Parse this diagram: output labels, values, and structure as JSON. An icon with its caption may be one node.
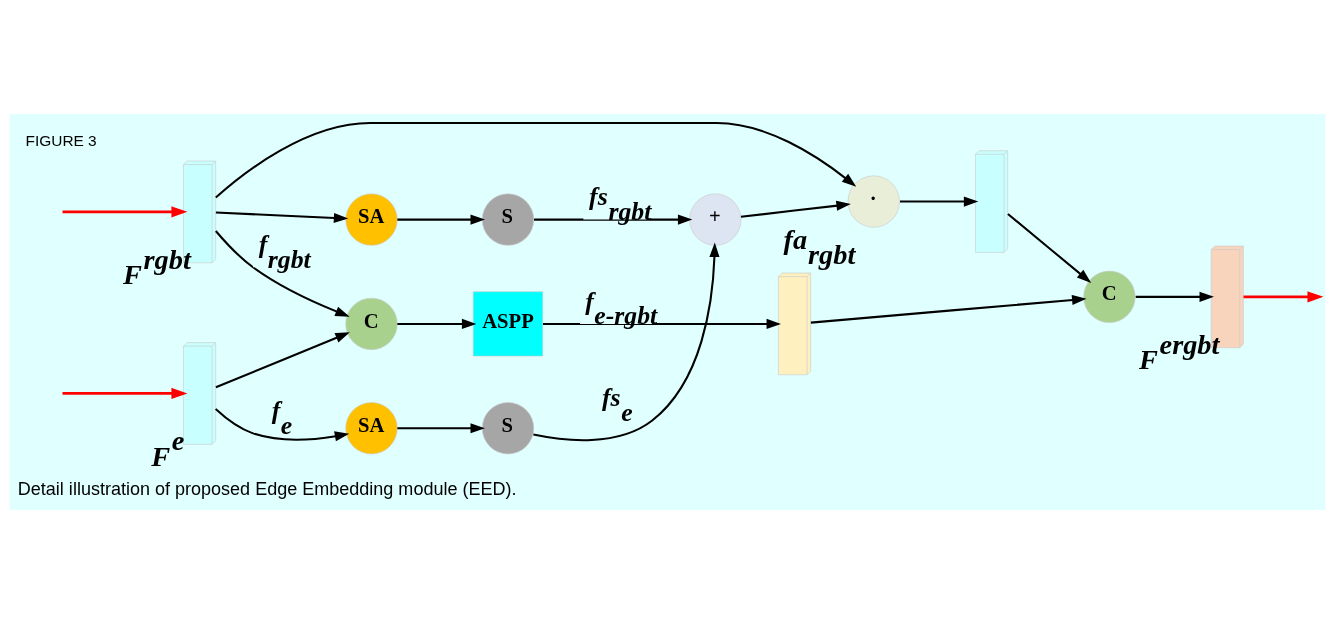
{
  "diagram": {
    "caption": "Detail illustration of proposed Edge Embedding module (EED).",
    "nodes": [
      {
        "text": [],
        "shape": "box",
        "beside": [
          "F$^{e}$"
        ]
      },
      {
        "text": [],
        "shape": "box",
        "beside": [
          "F$^{rgbt}$"
        ]
      },
      {
        "text": [
          "SA"
        ]
      },
      {
        "text": [
          "S"
        ]
      },
      {
        "text": [
          "+"
        ]
      },
      {
        "text": [
          "·"
        ],
        "beside": [
          "fa$_{rgbt}$"
        ]
      },
      {
        "text": [],
        "shape": "box"
      },
      {
        "text": [
          "SA"
        ]
      },
      {
        "text": [
          "S"
        ]
      },
      {
        "text": [
          "C"
        ]
      },
      {
        "text": [
          "ASPP"
        ]
      },
      {
        "text": [],
        "shape": "box"
      },
      {
        "text": [
          "C"
        ]
      },
      {
        "text": [],
        "shape": "box",
        "beside": [
          "F$^{ergbt}$"
        ]
      }
    ],
    "edges": [
      {
        "from": null,
        "to": 0,
        "arrow": "to",
        "color": "#ff0000"
      },
      {
        "from": null,
        "to": 1,
        "arrow": "to",
        "color": "#ff0000"
      },
      {
        "from": 0,
        "to": 2,
        "arrow": "to",
        "label": "f$_{e}$"
      },
      {
        "from": 2,
        "to": 3,
        "arrow": "to"
      },
      {
        "from": 3,
        "to": 4,
        "arrow": "to",
        "label": "fs$_{e}$"
      },
      {
        "from": 4,
        "to": 5,
        "arrow": "to"
      },
      {
        "from": 5,
        "to": 6,
        "arrow": "to"
      },
      {
        "from": 0,
        "to": 9,
        "arrow": "to"
      },
      {
        "from": 1,
        "to": 7,
        "arrow": "to"
      },
      {
        "from": 1,
        "to": 5,
        "arrow": "to"
      },
      {
        "from": 1,
        "to": 9,
        "arrow": "to",
        "label": "f$_{rgbt}$"
      },
      {
        "from": 7,
        "to": 8,
        "arrow": "to"
      },
      {
        "from": 8,
        "to": 4,
        "arrow": "to",
        "label": "fs$_{rgbt}$"
      },
      {
        "from": 9,
        "to": 10,
        "arrow": "to"
      },
      {
        "from": 10,
        "to": 11,
        "arrow": "to",
        "label": "f$_{e-rgbt}$"
      },
      {
        "from": 6,
        "to": 12,
        "arrow": "to"
      },
      {
        "from": 11,
        "to": 12,
        "arrow": "to"
      },
      {
        "from": 12,
        "to": 13,
        "arrow": "to"
      },
      {
        "from": 13,
        "to": null,
        "arrow": "to",
        "color": "#ff0000"
      }
    ],
    "labels": [
      "FIGURE 3"
    ]
  }
}
